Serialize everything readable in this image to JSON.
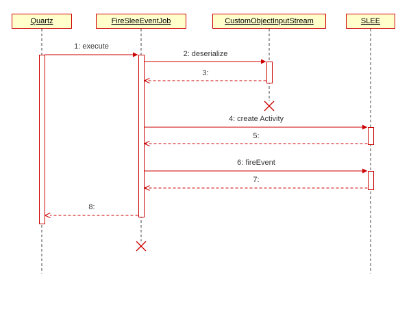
{
  "diagram": {
    "kind": "uml-sequence-diagram",
    "colors": {
      "box_fill": "#ffffcc",
      "accent": "#cc0000",
      "lifeline": "#444444",
      "text": "#333333"
    },
    "lifelines": [
      {
        "label": "Quartz"
      },
      {
        "label": "FireSleeEventJob"
      },
      {
        "label": "CustomObjectInputStream"
      },
      {
        "label": "SLEE"
      }
    ],
    "messages": [
      {
        "label": "1: execute",
        "from": "Quartz",
        "to": "FireSleeEventJob",
        "kind": "call"
      },
      {
        "label": "2: deserialize",
        "from": "FireSleeEventJob",
        "to": "CustomObjectInputStream",
        "kind": "call"
      },
      {
        "label": "3:",
        "from": "CustomObjectInputStream",
        "to": "FireSleeEventJob",
        "kind": "return"
      },
      {
        "label": "4: create Activity",
        "from": "FireSleeEventJob",
        "to": "SLEE",
        "kind": "call"
      },
      {
        "label": "5:",
        "from": "SLEE",
        "to": "FireSleeEventJob",
        "kind": "return"
      },
      {
        "label": "6: fireEvent",
        "from": "FireSleeEventJob",
        "to": "SLEE",
        "kind": "call"
      },
      {
        "label": "7:",
        "from": "SLEE",
        "to": "FireSleeEventJob",
        "kind": "return"
      },
      {
        "label": "8:",
        "from": "FireSleeEventJob",
        "to": "Quartz",
        "kind": "return"
      }
    ],
    "destroyed": [
      "CustomObjectInputStream",
      "FireSleeEventJob"
    ]
  }
}
